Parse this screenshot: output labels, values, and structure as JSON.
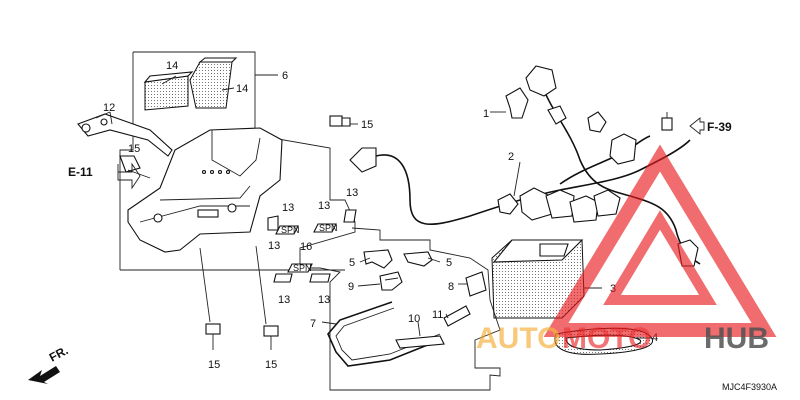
{
  "callouts": {
    "c1": "1",
    "c2": "2",
    "c3": "3",
    "c4": "4",
    "c5a": "5",
    "c5b": "5",
    "c6": "6",
    "c7": "7",
    "c8": "8",
    "c9": "9",
    "c10": "10",
    "c11": "11",
    "c12": "12",
    "c13a": "13",
    "c13b": "13",
    "c13c": "13",
    "c13d": "13",
    "c13e": "13",
    "c13f": "13",
    "c14a": "14",
    "c14b": "14",
    "c15a": "15",
    "c15b": "15",
    "c15c": "15",
    "c15d": "15",
    "c16": "16"
  },
  "refs": {
    "e11": "E-11",
    "f39": "F-39",
    "fr": "FR."
  },
  "tag_text": "SPN",
  "diagram_code": "MJC4F3930A",
  "watermark": {
    "auto": "AUTO",
    "moto": "MOTO",
    "hub": "HUB",
    "color_red": "#e8191c",
    "color_orange": "#f5a623",
    "color_dark": "#333333"
  }
}
